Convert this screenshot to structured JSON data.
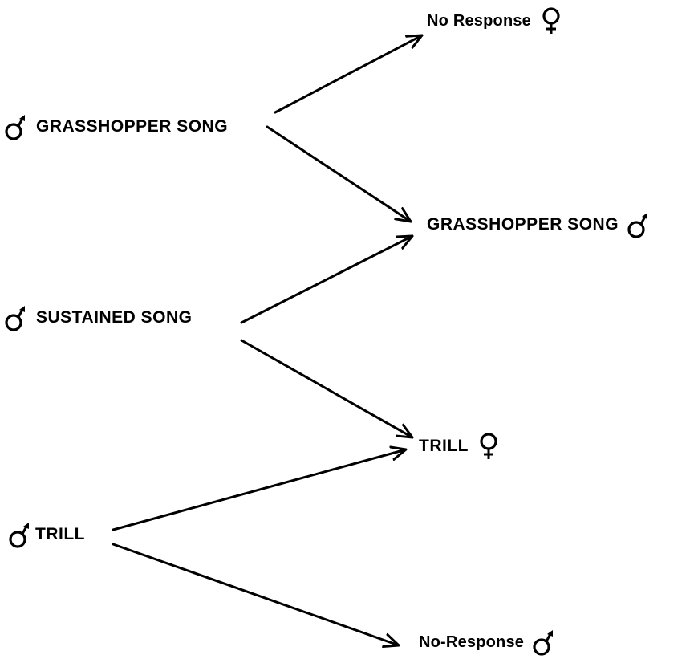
{
  "nodes": {
    "male_grasshopper_song": {
      "label": "GRASSHOPPER SONG",
      "symbol": "male-symbol"
    },
    "male_sustained_song": {
      "label": "SUSTAINED SONG",
      "symbol": "male-symbol"
    },
    "male_trill": {
      "label": "TRILL",
      "symbol": "male-symbol"
    },
    "female_no_response": {
      "label": "No Response",
      "symbol": "female-symbol"
    },
    "male_grasshopper_song_response": {
      "label": "GRASSHOPPER SONG",
      "symbol": "male-symbol"
    },
    "female_trill": {
      "label": "TRILL",
      "symbol": "female-symbol"
    },
    "male_no_response": {
      "label": "No-Response",
      "symbol": "male-symbol"
    }
  },
  "edges": [
    {
      "from": "male_grasshopper_song",
      "to": "female_no_response"
    },
    {
      "from": "male_grasshopper_song",
      "to": "male_grasshopper_song_response"
    },
    {
      "from": "male_sustained_song",
      "to": "male_grasshopper_song_response"
    },
    {
      "from": "male_sustained_song",
      "to": "female_trill"
    },
    {
      "from": "male_trill",
      "to": "female_trill"
    },
    {
      "from": "male_trill",
      "to": "male_no_response"
    }
  ],
  "style": {
    "line_color": "#000000",
    "background": "#ffffff"
  }
}
